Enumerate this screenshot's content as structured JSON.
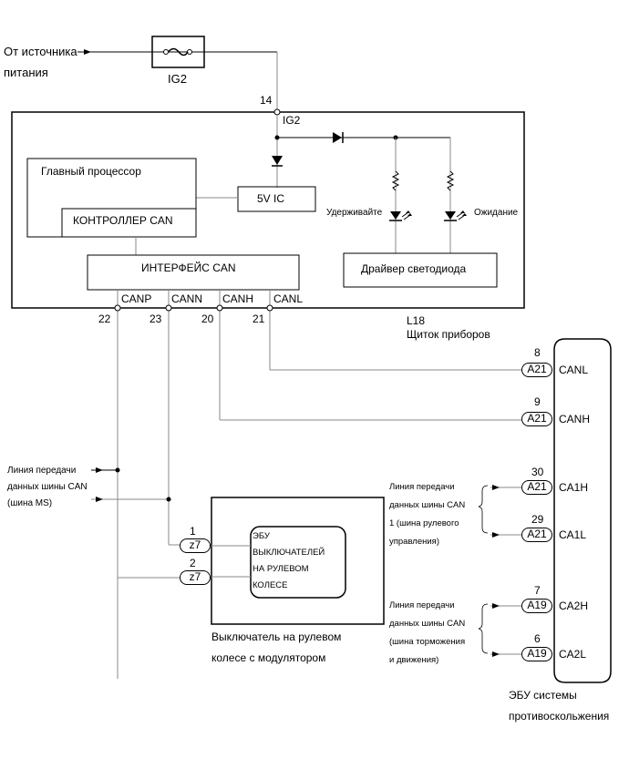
{
  "power": {
    "source_label_line1": "От источника",
    "source_label_line2": "питания",
    "fuse_label": "IG2",
    "pin_number": "14",
    "pin_label": "IG2"
  },
  "meter": {
    "main_processor": "Главный процессор",
    "can_controller": "КОНТРОЛЛЕР CAN",
    "ic_5v": "5V IC",
    "can_interface": "ИНТЕРФЕЙС CAN",
    "led_driver": "Драйвер светодиода",
    "led_hold": "Удерживайте",
    "led_standby": "Ожидание",
    "terminals": [
      {
        "name": "CANP",
        "pin": "22"
      },
      {
        "name": "CANN",
        "pin": "23"
      },
      {
        "name": "CANH",
        "pin": "20"
      },
      {
        "name": "CANL",
        "pin": "21"
      }
    ],
    "code": "L18",
    "name": "Щиток приборов"
  },
  "ms_bus": {
    "line1": "Линия передачи",
    "line2": "данных шины CAN",
    "line3": "(шина MS)"
  },
  "steering_switch": {
    "ecu_line1": "ЭБУ",
    "ecu_line2": "ВЫКЛЮЧАТЕЛЕЙ",
    "ecu_line3": "НА РУЛЕВОМ",
    "ecu_line4": "КОЛЕСЕ",
    "connectors": [
      {
        "pin": "1",
        "code": "z7"
      },
      {
        "pin": "2",
        "code": "z7"
      }
    ],
    "name_line1": "Выключатель на рулевом",
    "name_line2": "колесе с модулятором"
  },
  "skid_ecu": {
    "connectors": [
      {
        "pin": "8",
        "code": "A21",
        "signal": "CANL"
      },
      {
        "pin": "9",
        "code": "A21",
        "signal": "CANH"
      },
      {
        "pin": "30",
        "code": "A21",
        "signal": "CA1H"
      },
      {
        "pin": "29",
        "code": "A21",
        "signal": "CA1L"
      },
      {
        "pin": "7",
        "code": "A19",
        "signal": "CA2H"
      },
      {
        "pin": "6",
        "code": "A19",
        "signal": "CA2L"
      }
    ],
    "name_line1": "ЭБУ системы",
    "name_line2": "противоскольжения"
  },
  "bus1": {
    "line1": "Линия передачи",
    "line2": "данных шины CAN",
    "line3": "1 (шина рулевого",
    "line4": "управления)"
  },
  "bus2": {
    "line1": "Линия передачи",
    "line2": "данных шины CAN",
    "line3": "(шина торможения",
    "line4": "и движения)"
  }
}
